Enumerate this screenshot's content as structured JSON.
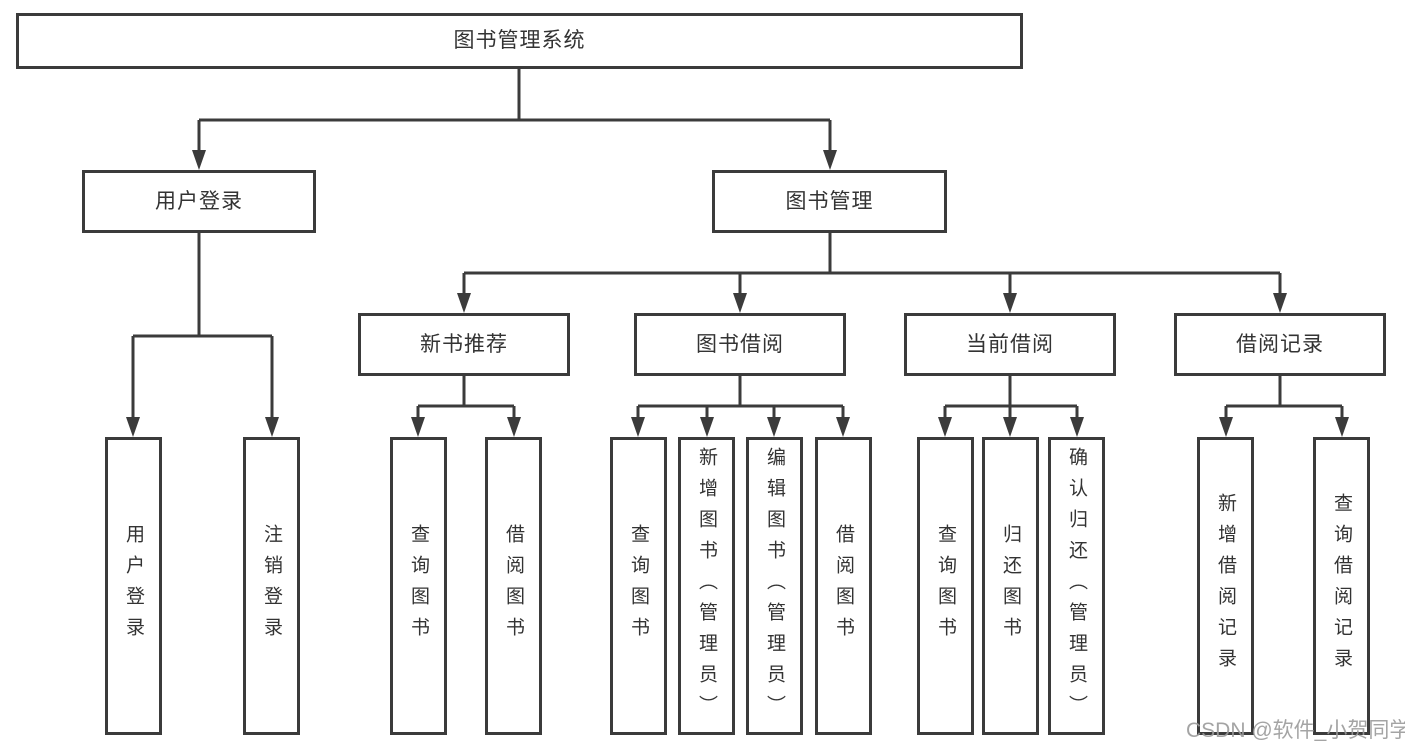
{
  "colors": {
    "line": "#3b3b3b",
    "text": "#333333",
    "watermark": "#9b9b9b",
    "background": "#ffffff"
  },
  "tree": {
    "label": "图书管理系统",
    "children": [
      {
        "label": "用户登录",
        "children": [
          {
            "label": "用户登录"
          },
          {
            "label": "注销登录"
          }
        ]
      },
      {
        "label": "图书管理",
        "children": [
          {
            "label": "新书推荐",
            "children": [
              {
                "label": "查询图书"
              },
              {
                "label": "借阅图书"
              }
            ]
          },
          {
            "label": "图书借阅",
            "children": [
              {
                "label": "查询图书"
              },
              {
                "label": "新增图书（管理员）"
              },
              {
                "label": "编辑图书（管理员）"
              },
              {
                "label": "借阅图书"
              }
            ]
          },
          {
            "label": "当前借阅",
            "children": [
              {
                "label": "查询图书"
              },
              {
                "label": "归还图书"
              },
              {
                "label": "确认归还（管理员）"
              }
            ]
          },
          {
            "label": "借阅记录",
            "children": [
              {
                "label": "新增借阅记录"
              },
              {
                "label": "查询借阅记录"
              }
            ]
          }
        ]
      }
    ]
  },
  "watermark": {
    "text": "CSDN @软件_小贺同学"
  }
}
